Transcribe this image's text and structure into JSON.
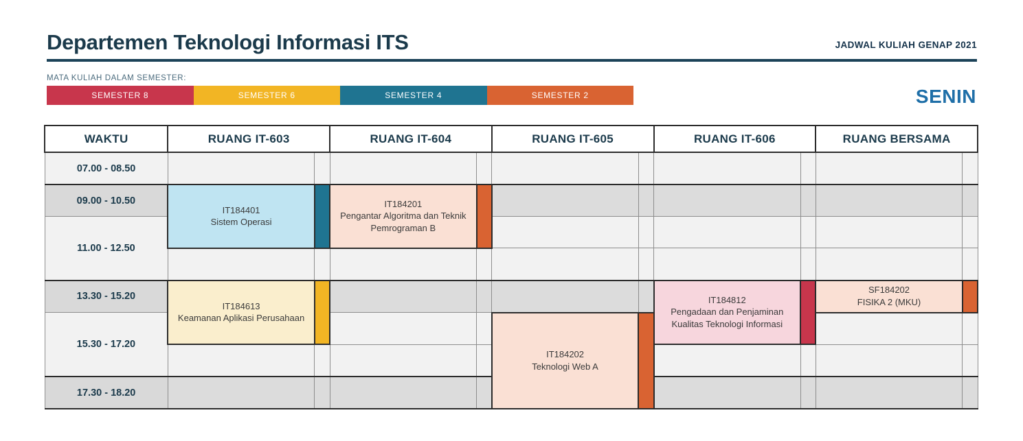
{
  "header": {
    "department_title": "Departemen Teknologi Informasi ITS",
    "schedule_label": "JADWAL  KULIAH GENAP 2021",
    "day": "SENIN"
  },
  "legend": {
    "caption": "MATA KULIAH DALAM SEMESTER:",
    "segments": [
      {
        "label": "SEMESTER 8",
        "color": "#c8364c"
      },
      {
        "label": "SEMESTER 6",
        "color": "#f2b524"
      },
      {
        "label": "SEMESTER 4",
        "color": "#1f7491"
      },
      {
        "label": "SEMESTER 2",
        "color": "#d96332"
      }
    ]
  },
  "table": {
    "columns": [
      "WAKTU",
      "RUANG IT-603",
      "RUANG IT-604",
      "RUANG IT-605",
      "RUANG IT-606",
      "RUANG BERSAMA"
    ],
    "times": [
      "07.00 - 08.50",
      "09.00 - 10.50",
      "11.00 - 12.50",
      "13.30 - 15.20",
      "15.30 - 17.20",
      "17.30 - 18.20"
    ]
  },
  "courses": {
    "it184401": {
      "code": "IT184401",
      "name": "Sistem Operasi",
      "fill": "#bfe4f2",
      "accent": "#1f7491",
      "semester": "SEMESTER 4"
    },
    "it184201": {
      "code": "IT184201",
      "name": "Pengantar Algoritma dan Teknik Pemrograman B",
      "fill": "#fae0d4",
      "accent": "#d96332",
      "semester": "SEMESTER 2"
    },
    "it184613": {
      "code": "IT184613",
      "name": "Keamanan Aplikasi Perusahaan",
      "fill": "#faeecd",
      "accent": "#f2b524",
      "semester": "SEMESTER 6"
    },
    "it184202": {
      "code": "IT184202",
      "name": "Teknologi Web A",
      "fill": "#fae0d4",
      "accent": "#d96332",
      "semester": "SEMESTER 2"
    },
    "it184812": {
      "code": "IT184812",
      "name": "Pengadaan dan Penjaminan Kualitas Teknologi Informasi",
      "fill": "#f7d6dd",
      "accent": "#c8364c",
      "semester": "SEMESTER 8"
    },
    "sf184202": {
      "code": "SF184202",
      "name": "FISIKA 2 (MKU)",
      "fill": "#fae0d4",
      "accent": "#d96332",
      "semester": "SEMESTER 2"
    }
  }
}
